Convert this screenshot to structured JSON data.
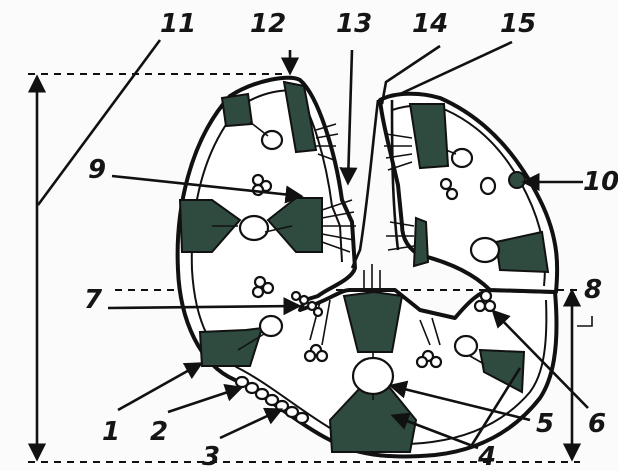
{
  "labels": {
    "n1": "1",
    "n2": "2",
    "n3": "3",
    "n4": "4",
    "n5": "5",
    "n6": "6",
    "n7": "7",
    "n8": "8",
    "n9": "9",
    "n10": "10",
    "n11": "11",
    "n12": "12",
    "n13": "13",
    "n14": "14",
    "n15": "15"
  },
  "colors": {
    "muscle": "#2f4a3e",
    "line": "#111111",
    "background": "#fbfbfb"
  }
}
